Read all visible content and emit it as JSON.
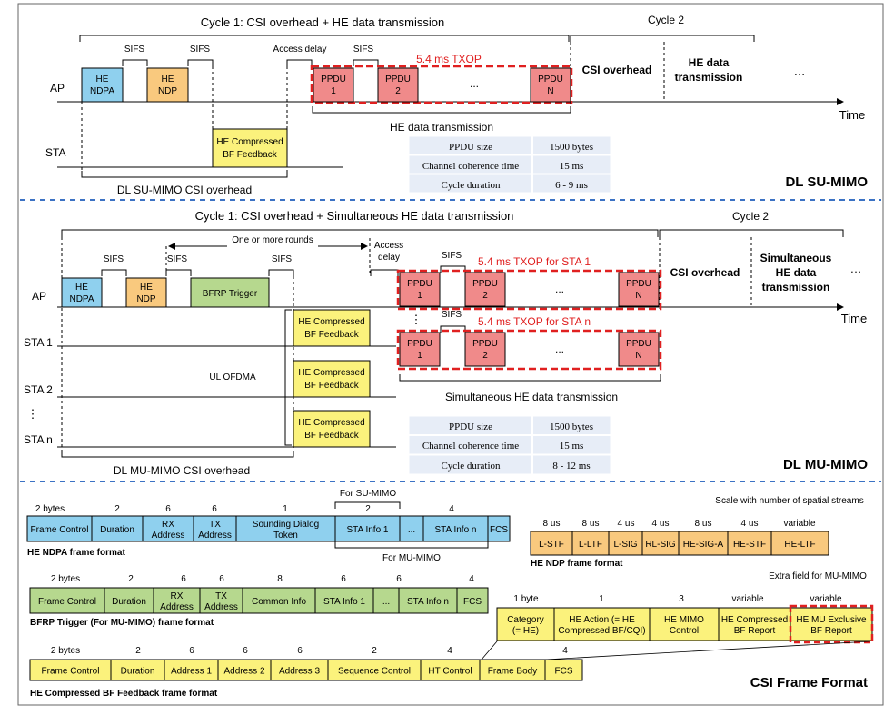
{
  "su": {
    "cycle1": "Cycle 1: CSI overhead + HE data transmission",
    "cycle2": "Cycle 2",
    "sifs": "SIFS",
    "access_delay": "Access delay",
    "txop": "5.4 ms TXOP",
    "ap": "AP",
    "sta": "STA",
    "time": "Time",
    "he_ndpa": [
      "HE",
      "NDPA"
    ],
    "he_ndp": [
      "HE",
      "NDP"
    ],
    "ppdu1": [
      "PPDU",
      "1"
    ],
    "ppdu2": [
      "PPDU",
      "2"
    ],
    "ppdun": [
      "PPDU",
      "N"
    ],
    "dots": "...",
    "csi_overhead": "CSI overhead",
    "he_data": [
      "HE data",
      "transmission"
    ],
    "ellipsis": "…",
    "feedback": [
      "HE Compressed",
      "BF Feedback"
    ],
    "he_data_tx": "HE data transmission",
    "csi_label": "DL SU-MIMO CSI overhead",
    "title": "DL SU-MIMO",
    "table": [
      [
        "PPDU size",
        "1500 bytes"
      ],
      [
        "Channel coherence time",
        "15 ms"
      ],
      [
        "Cycle duration",
        "6 - 9 ms"
      ]
    ]
  },
  "mu": {
    "cycle1": "Cycle 1: CSI overhead + Simultaneous HE data transmission",
    "cycle2": "Cycle 2",
    "rounds": "One or more rounds",
    "sifs": "SIFS",
    "access": [
      "Access",
      "delay"
    ],
    "txop1": "5.4 ms TXOP for STA 1",
    "txopn": "5.4 ms TXOP for STA n",
    "ap": "AP",
    "sta1": "STA 1",
    "sta2": "STA 2",
    "stan": "STA n",
    "vdots": "⋮",
    "time": "Time",
    "he_ndpa": [
      "HE",
      "NDPA"
    ],
    "he_ndp": [
      "HE",
      "NDP"
    ],
    "bfrp": "BFRP Trigger",
    "feedback": [
      "HE Compressed",
      "BF Feedback"
    ],
    "ul_ofdma": "UL OFDMA",
    "ppdu1": [
      "PPDU",
      "1"
    ],
    "ppdu2": [
      "PPDU",
      "2"
    ],
    "ppdun": [
      "PPDU",
      "N"
    ],
    "dots": "...",
    "csi_overhead": "CSI overhead",
    "sim_data": [
      "Simultaneous",
      "HE data",
      "transmission"
    ],
    "ellipsis": "…",
    "sim_label": "Simultaneous HE data transmission",
    "csi_label": "DL MU-MIMO CSI overhead",
    "title": "DL MU-MIMO",
    "table": [
      [
        "PPDU size",
        "1500 bytes"
      ],
      [
        "Channel coherence time",
        "15 ms"
      ],
      [
        "Cycle duration",
        "8 - 12 ms"
      ]
    ]
  },
  "frames": {
    "ndpa_sizes": [
      "2 bytes",
      "2",
      "6",
      "6",
      "1",
      "2",
      "4"
    ],
    "ndpa_for_su": "For SU-MIMO",
    "ndpa_for_mu": "For MU-MIMO",
    "ndpa_fields": [
      [
        "Frame Control"
      ],
      [
        "Duration"
      ],
      [
        "RX",
        "Address"
      ],
      [
        "TX",
        "Address"
      ],
      [
        "Sounding Dialog",
        "Token"
      ],
      [
        "STA Info 1"
      ],
      [
        "..."
      ],
      [
        "STA Info n"
      ],
      [
        "FCS"
      ]
    ],
    "ndpa_caption": "HE NDPA frame format",
    "ndp_sizes": [
      "8 us",
      "8 us",
      "4 us",
      "4 us",
      "8 us",
      "4 us",
      "variable"
    ],
    "ndp_scale": "Scale with number of spatial streams",
    "ndp_fields": [
      "L-STF",
      "L-LTF",
      "L-SIG",
      "RL-SIG",
      "HE-SIG-A",
      "HE-STF",
      "HE-LTF"
    ],
    "ndp_caption": "HE NDP frame format",
    "bfrp_sizes": [
      "2 bytes",
      "2",
      "6",
      "6",
      "8",
      "6",
      "6",
      "4"
    ],
    "bfrp_fields": [
      [
        "Frame Control"
      ],
      [
        "Duration"
      ],
      [
        "RX",
        "Address"
      ],
      [
        "TX",
        "Address"
      ],
      [
        "Common Info"
      ],
      [
        "STA Info 1"
      ],
      [
        "..."
      ],
      [
        "STA Info n"
      ],
      [
        "FCS"
      ]
    ],
    "bfrp_caption": "BFRP Trigger (For MU-MIMO) frame format",
    "extra": "Extra field for MU-MIMO",
    "action_sizes": [
      "1 byte",
      "1",
      "3",
      "variable",
      "variable"
    ],
    "action_fields": [
      [
        "Category",
        "(= HE)"
      ],
      [
        "HE Action (= HE",
        "Compressed BF/CQI)"
      ],
      [
        "HE MIMO",
        "Control"
      ],
      [
        "HE Compressed",
        "BF Report"
      ],
      [
        "HE MU Exclusive",
        "BF Report"
      ]
    ],
    "fb_sizes": [
      "2 bytes",
      "2",
      "6",
      "6",
      "6",
      "2",
      "4",
      "4"
    ],
    "fb_fields": [
      "Frame Control",
      "Duration",
      "Address 1",
      "Address 2",
      "Address 3",
      "Sequence Control",
      "HT Control",
      "Frame Body",
      "FCS"
    ],
    "fb_caption": "HE Compressed BF Feedback frame format",
    "title": "CSI Frame Format"
  },
  "colors": {
    "blue": "#8fd0ee",
    "orange": "#f9c97e",
    "green": "#b6d88e",
    "yellow": "#fbf27c",
    "red": "#f08a8a",
    "dash": "#3b72c4",
    "txop": "#e02020"
  }
}
